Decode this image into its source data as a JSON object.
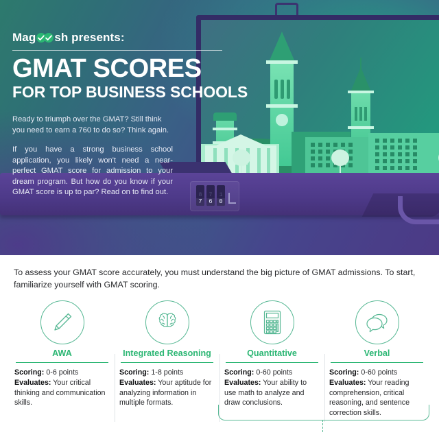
{
  "hero": {
    "brand": "Mag",
    "brand_tail": "sh presents:",
    "title_line1": "GMAT SCORES",
    "title_line2": "FOR TOP BUSINESS SCHOOLS",
    "lede": "Ready to triumph over the GMAT? Still think you need to earn a 760 to do so? Think again.",
    "paragraph": "If you have a strong business school application, you likely won't need a near-perfect GMAT score for admission to your dream program. But how do you know if your GMAT score is up to par? Read on to find out.",
    "lock_digits": [
      "7",
      "6",
      "0"
    ],
    "accent_green": "#2bb673",
    "purple": "#4e3a8a",
    "teal": "#209f7e"
  },
  "lower": {
    "intro": "To assess your GMAT score accurately, you must understand the big picture of GMAT admissions. To start, familiarize yourself with GMAT scoring.",
    "scoring_label": "Scoring:",
    "evaluates_label": "Evaluates:",
    "cards": [
      {
        "icon": "pencil-icon",
        "title": "AWA",
        "scoring": " 0-6 points",
        "evaluates": " Your critical thinking and communication skills."
      },
      {
        "icon": "brain-icon",
        "title": "Integrated Reasoning",
        "scoring": " 1-8 points",
        "evaluates": " Your aptitude for analyzing information in multiple formats."
      },
      {
        "icon": "calculator-icon",
        "title": "Quantitative",
        "scoring": " 0-60 points",
        "evaluates": " Your ability to use math to analyze and draw conclusions."
      },
      {
        "icon": "speech-bubbles-icon",
        "title": "Verbal",
        "scoring": " 0-60 points",
        "evaluates": " Your reading comprehension, critical reasoning, and sentence correction skills."
      }
    ]
  }
}
